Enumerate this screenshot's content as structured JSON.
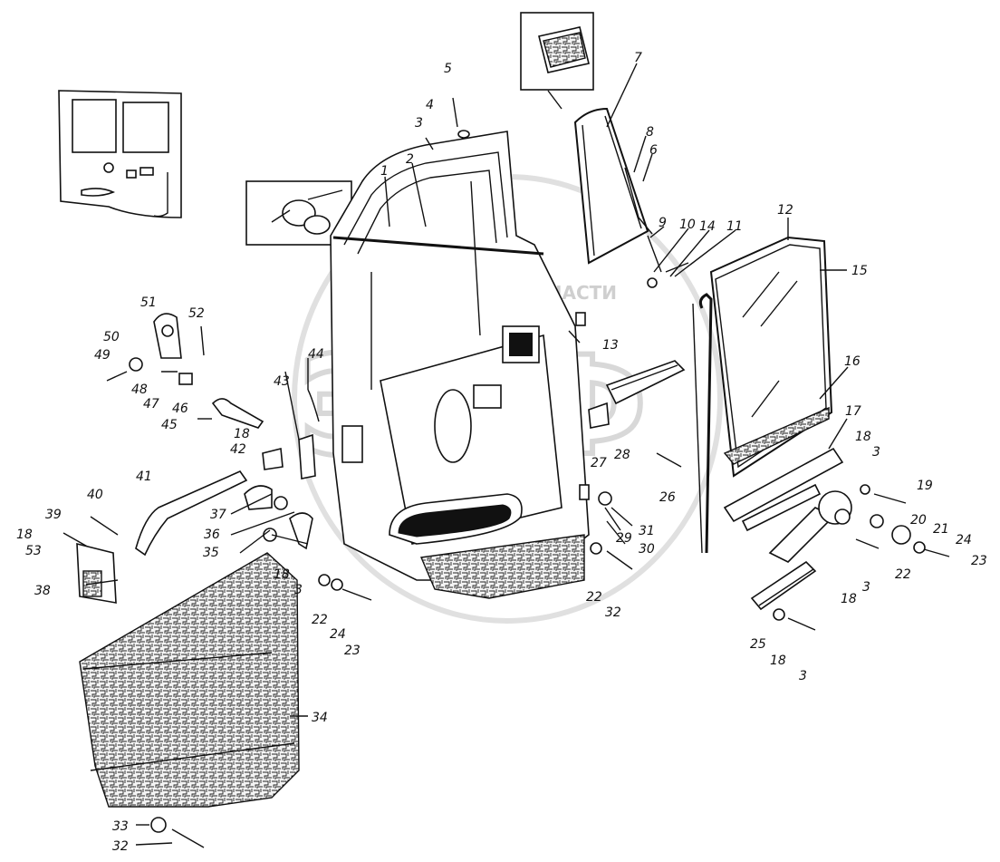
{
  "watermark": {
    "text": "ТЕХНИКА ⚙ ЗАПЧАСТИ",
    "logo": "ЭПФ"
  },
  "callouts": [
    {
      "text": "1"
    },
    {
      "text": "2"
    },
    {
      "text": "3"
    },
    {
      "text": "4"
    },
    {
      "text": "5"
    },
    {
      "text": "6"
    },
    {
      "text": "7"
    },
    {
      "text": "8"
    },
    {
      "text": "9"
    },
    {
      "text": "10"
    },
    {
      "text": "14"
    },
    {
      "text": "11"
    },
    {
      "text": "12"
    },
    {
      "text": "15"
    },
    {
      "text": "13"
    },
    {
      "text": "16"
    },
    {
      "text": "17"
    },
    {
      "text": "18"
    },
    {
      "text": "3"
    },
    {
      "text": "19"
    },
    {
      "text": "20"
    },
    {
      "text": "21"
    },
    {
      "text": "24"
    },
    {
      "text": "22"
    },
    {
      "text": "23"
    },
    {
      "text": "18"
    },
    {
      "text": "3"
    },
    {
      "text": "25"
    },
    {
      "text": "18"
    },
    {
      "text": "3"
    },
    {
      "text": "26"
    },
    {
      "text": "27"
    },
    {
      "text": "28"
    },
    {
      "text": "29"
    },
    {
      "text": "31"
    },
    {
      "text": "30"
    },
    {
      "text": "22"
    },
    {
      "text": "32"
    },
    {
      "text": "44"
    },
    {
      "text": "43"
    },
    {
      "text": "51"
    },
    {
      "text": "52"
    },
    {
      "text": "50"
    },
    {
      "text": "49"
    },
    {
      "text": "48"
    },
    {
      "text": "47"
    },
    {
      "text": "46"
    },
    {
      "text": "45"
    },
    {
      "text": "18"
    },
    {
      "text": "42"
    },
    {
      "text": "41"
    },
    {
      "text": "37"
    },
    {
      "text": "36"
    },
    {
      "text": "35"
    },
    {
      "text": "18"
    },
    {
      "text": "3"
    },
    {
      "text": "40"
    },
    {
      "text": "39"
    },
    {
      "text": "18"
    },
    {
      "text": "53"
    },
    {
      "text": "38"
    },
    {
      "text": "22"
    },
    {
      "text": "24"
    },
    {
      "text": "23"
    },
    {
      "text": "34"
    },
    {
      "text": "33"
    },
    {
      "text": "32"
    }
  ]
}
